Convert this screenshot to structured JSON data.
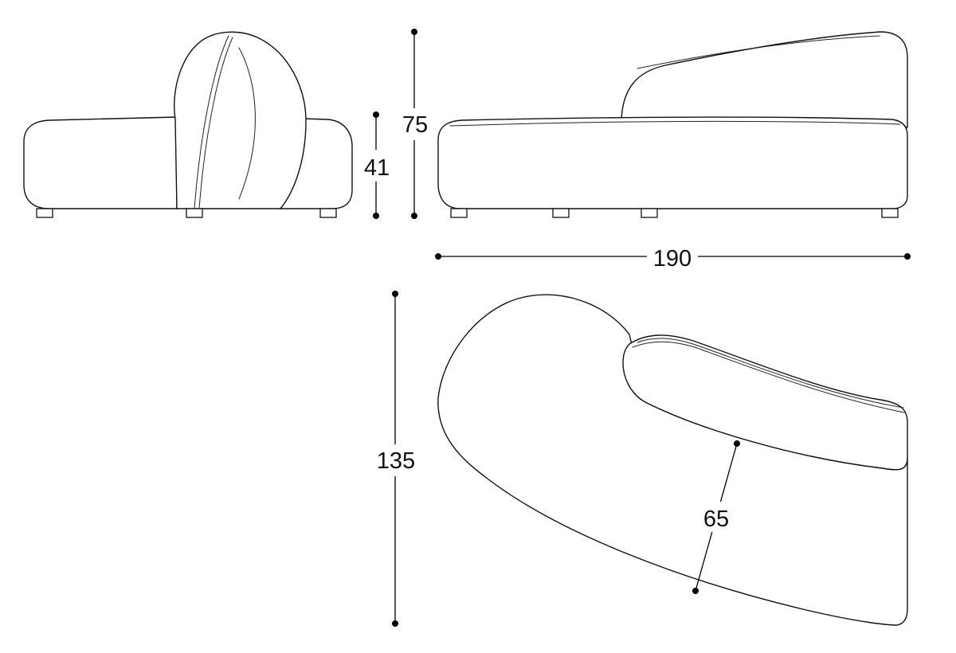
{
  "dimensions": {
    "seat_height": "41",
    "overall_height": "75",
    "length": "190",
    "depth": "135",
    "seat_depth": "65"
  }
}
